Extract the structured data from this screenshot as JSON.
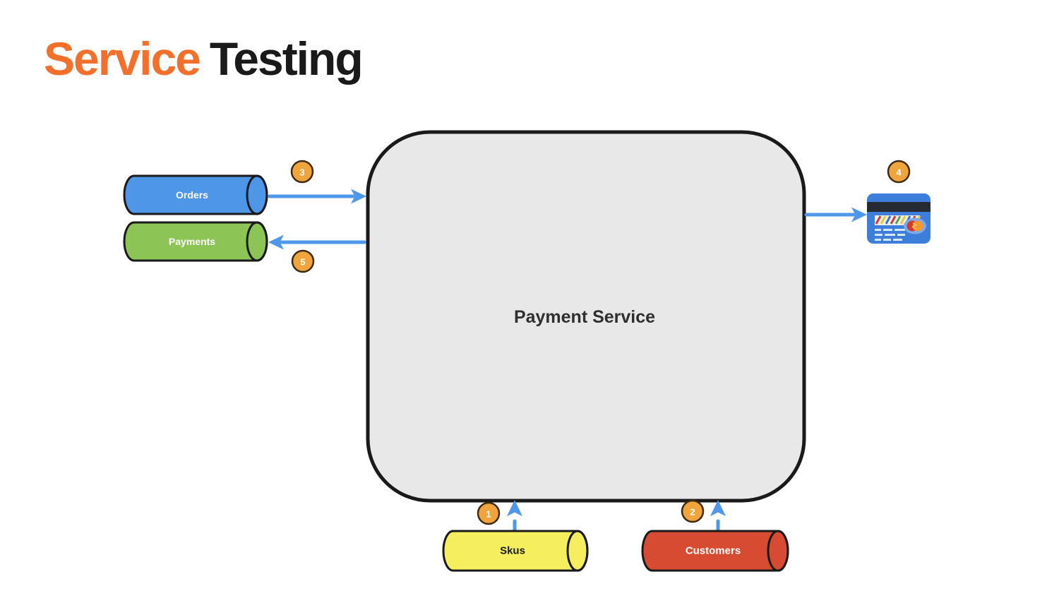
{
  "title": {
    "highlight": "Service",
    "rest": "Testing",
    "highlight_color": "#F2702B",
    "rest_color": "#1A1A1A"
  },
  "diagram": {
    "service_box": {
      "label": "Payment Service",
      "fill": "#E8E8E8",
      "border_color": "#1A1A1A",
      "label_color": "#2F2F2F"
    },
    "arrow_color": "#4E97E9",
    "stores": [
      {
        "label": "Orders",
        "fill": "#4D96E8",
        "label_color": "#FFFFFF"
      },
      {
        "label": "Payments",
        "fill": "#8CC455",
        "label_color": "#FFFFFF"
      },
      {
        "label": "Skus",
        "fill": "#F5EF5F",
        "label_color": "#1A1A1A"
      },
      {
        "label": "Customers",
        "fill": "#D84B33",
        "label_color": "#FFFFFF"
      }
    ],
    "steps": [
      {
        "number": "1"
      },
      {
        "number": "2"
      },
      {
        "number": "3"
      },
      {
        "number": "4"
      },
      {
        "number": "5"
      }
    ],
    "step_badge": {
      "fill": "#F0A43C",
      "border_color": "#3D2B10",
      "text_color": "#FFFFFF"
    },
    "card": {
      "body_fill": "#3D7EDB",
      "stripe_fill": "#262B33"
    }
  }
}
